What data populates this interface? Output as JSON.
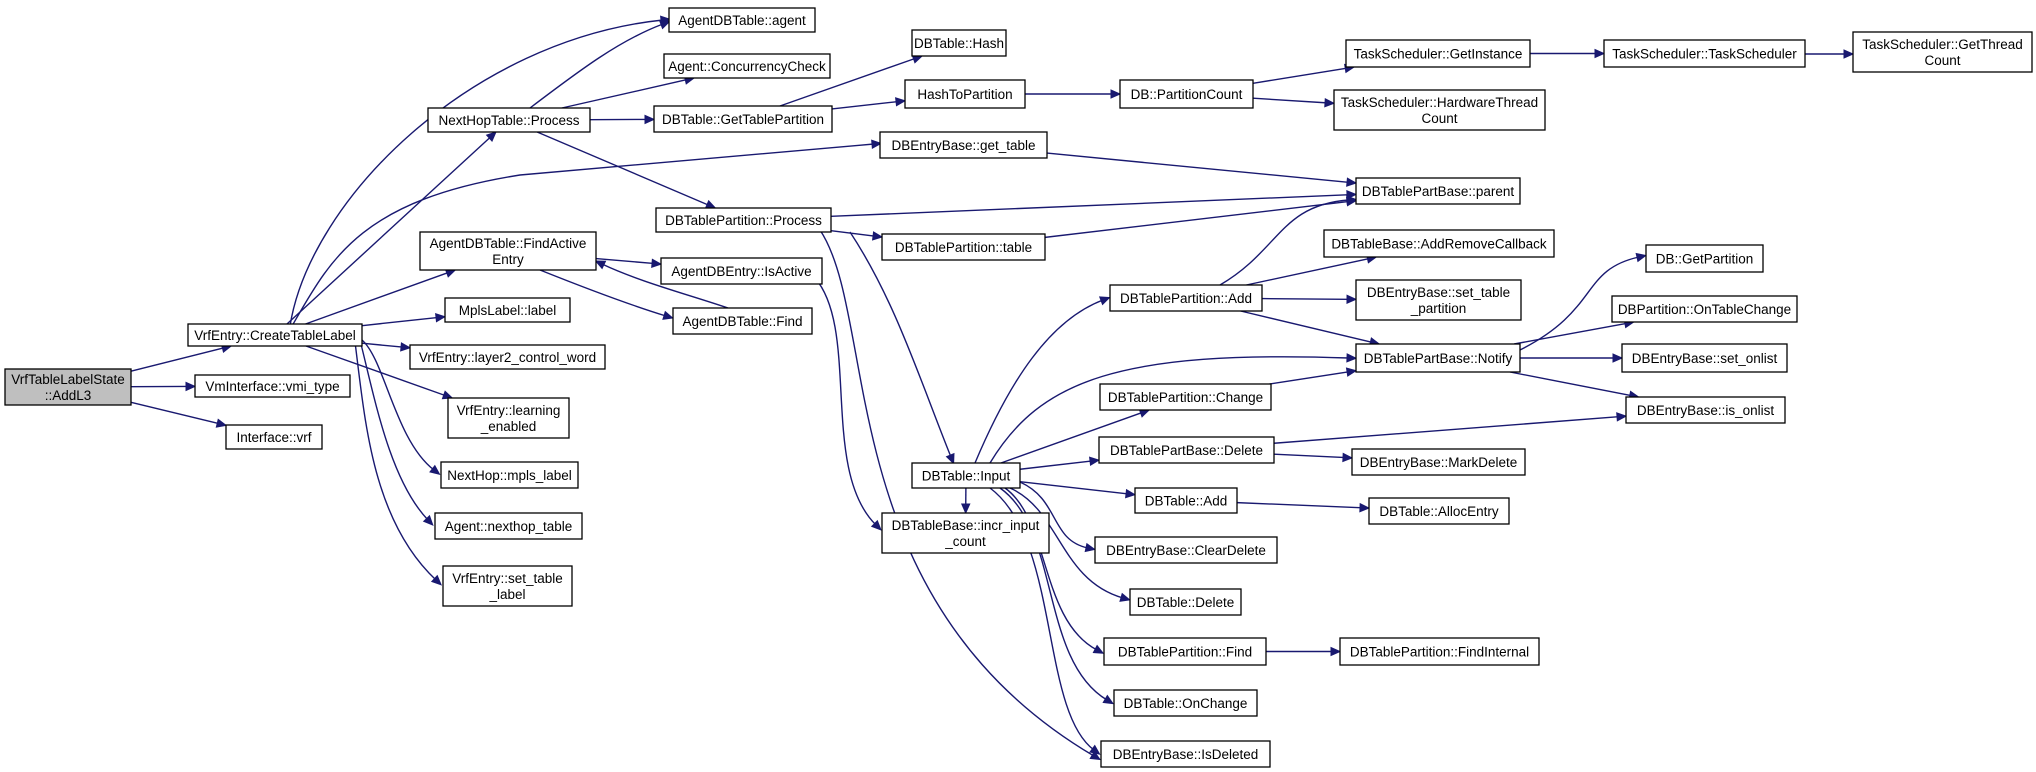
{
  "nodes": [
    {
      "id": "root",
      "lines": [
        "VrfTableLabelState",
        "::AddL3"
      ],
      "root": true
    },
    {
      "id": "createTableLabel",
      "lines": [
        "VrfEntry::CreateTableLabel"
      ]
    },
    {
      "id": "vmiType",
      "lines": [
        "VmInterface::vmi_type"
      ]
    },
    {
      "id": "ifVrf",
      "lines": [
        "Interface::vrf"
      ]
    },
    {
      "id": "agentDBTableAgent",
      "lines": [
        "AgentDBTable::agent"
      ]
    },
    {
      "id": "concurrencyCheck",
      "lines": [
        "Agent::ConcurrencyCheck"
      ]
    },
    {
      "id": "nextHopProcess",
      "lines": [
        "NextHopTable::Process"
      ]
    },
    {
      "id": "findActiveEntry",
      "lines": [
        "AgentDBTable::FindActive",
        "Entry"
      ]
    },
    {
      "id": "mplsLabel",
      "lines": [
        "MplsLabel::label"
      ]
    },
    {
      "id": "layer2ControlWord",
      "lines": [
        "VrfEntry::layer2_control_word"
      ]
    },
    {
      "id": "learningEnabled",
      "lines": [
        "VrfEntry::learning",
        "_enabled"
      ]
    },
    {
      "id": "nhMplsLabel",
      "lines": [
        "NextHop::mpls_label"
      ]
    },
    {
      "id": "nexthopTable",
      "lines": [
        "Agent::nexthop_table"
      ]
    },
    {
      "id": "setTableLabel",
      "lines": [
        "VrfEntry::set_table",
        "_label"
      ]
    },
    {
      "id": "dbTableHash",
      "lines": [
        "DBTable::Hash"
      ]
    },
    {
      "id": "getTablePartition",
      "lines": [
        "DBTable::GetTablePartition"
      ]
    },
    {
      "id": "dbPartitionProcess",
      "lines": [
        "DBTablePartition::Process"
      ]
    },
    {
      "id": "isActive",
      "lines": [
        "AgentDBEntry::IsActive"
      ]
    },
    {
      "id": "agentFind",
      "lines": [
        "AgentDBTable::Find"
      ]
    },
    {
      "id": "hashToPartition",
      "lines": [
        "HashToPartition"
      ]
    },
    {
      "id": "getTable",
      "lines": [
        "DBEntryBase::get_table"
      ]
    },
    {
      "id": "partitionTable",
      "lines": [
        "DBTablePartition::table"
      ]
    },
    {
      "id": "dbInput",
      "lines": [
        "DBTable::Input"
      ]
    },
    {
      "id": "incrInputCount",
      "lines": [
        "DBTableBase::incr_input",
        "_count"
      ]
    },
    {
      "id": "partitionCount",
      "lines": [
        "DB::PartitionCount"
      ]
    },
    {
      "id": "partAdd",
      "lines": [
        "DBTablePartition::Add"
      ]
    },
    {
      "id": "partChange",
      "lines": [
        "DBTablePartition::Change"
      ]
    },
    {
      "id": "partBaseDelete",
      "lines": [
        "DBTablePartBase::Delete"
      ]
    },
    {
      "id": "dbTableAdd",
      "lines": [
        "DBTable::Add"
      ]
    },
    {
      "id": "clearDelete",
      "lines": [
        "DBEntryBase::ClearDelete"
      ]
    },
    {
      "id": "dbTableDelete",
      "lines": [
        "DBTable::Delete"
      ]
    },
    {
      "id": "partFind",
      "lines": [
        "DBTablePartition::Find"
      ]
    },
    {
      "id": "onChange",
      "lines": [
        "DBTable::OnChange"
      ]
    },
    {
      "id": "isDeleted",
      "lines": [
        "DBEntryBase::IsDeleted"
      ]
    },
    {
      "id": "getInstance",
      "lines": [
        "TaskScheduler::GetInstance"
      ]
    },
    {
      "id": "hwThreadCount",
      "lines": [
        "TaskScheduler::HardwareThread",
        "Count"
      ]
    },
    {
      "id": "parent",
      "lines": [
        "DBTablePartBase::parent"
      ]
    },
    {
      "id": "addRemoveCallback",
      "lines": [
        "DBTableBase::AddRemoveCallback"
      ]
    },
    {
      "id": "setTablePartition",
      "lines": [
        "DBEntryBase::set_table",
        "_partition"
      ]
    },
    {
      "id": "notify",
      "lines": [
        "DBTablePartBase::Notify"
      ]
    },
    {
      "id": "markDelete",
      "lines": [
        "DBEntryBase::MarkDelete"
      ]
    },
    {
      "id": "allocEntry",
      "lines": [
        "DBTable::AllocEntry"
      ]
    },
    {
      "id": "findInternal",
      "lines": [
        "DBTablePartition::FindInternal"
      ]
    },
    {
      "id": "taskScheduler",
      "lines": [
        "TaskScheduler::TaskScheduler"
      ]
    },
    {
      "id": "getThreadCount",
      "lines": [
        "TaskScheduler::GetThread",
        "Count"
      ]
    },
    {
      "id": "getPartition",
      "lines": [
        "DB::GetPartition"
      ]
    },
    {
      "id": "onTableChange",
      "lines": [
        "DBPartition::OnTableChange"
      ]
    },
    {
      "id": "setOnlist",
      "lines": [
        "DBEntryBase::set_onlist"
      ]
    },
    {
      "id": "isOnlist",
      "lines": [
        "DBEntryBase::is_onlist"
      ]
    }
  ],
  "edges": [
    {
      "from": "root",
      "to": "createTableLabel"
    },
    {
      "from": "root",
      "to": "vmiType"
    },
    {
      "from": "root",
      "to": "ifVrf"
    },
    {
      "from": "createTableLabel",
      "to": "agentDBTableAgent"
    },
    {
      "from": "createTableLabel",
      "to": "nextHopProcess"
    },
    {
      "from": "createTableLabel",
      "to": "getTable"
    },
    {
      "from": "createTableLabel",
      "to": "findActiveEntry"
    },
    {
      "from": "createTableLabel",
      "to": "mplsLabel"
    },
    {
      "from": "createTableLabel",
      "to": "layer2ControlWord"
    },
    {
      "from": "createTableLabel",
      "to": "learningEnabled"
    },
    {
      "from": "createTableLabel",
      "to": "nhMplsLabel"
    },
    {
      "from": "createTableLabel",
      "to": "nexthopTable"
    },
    {
      "from": "createTableLabel",
      "to": "setTableLabel"
    },
    {
      "from": "nextHopProcess",
      "to": "agentDBTableAgent"
    },
    {
      "from": "nextHopProcess",
      "to": "concurrencyCheck"
    },
    {
      "from": "nextHopProcess",
      "to": "getTablePartition"
    },
    {
      "from": "nextHopProcess",
      "to": "dbPartitionProcess"
    },
    {
      "from": "getTablePartition",
      "to": "dbTableHash"
    },
    {
      "from": "getTablePartition",
      "to": "hashToPartition"
    },
    {
      "from": "hashToPartition",
      "to": "partitionCount"
    },
    {
      "from": "partitionCount",
      "to": "getInstance"
    },
    {
      "from": "partitionCount",
      "to": "hwThreadCount"
    },
    {
      "from": "getInstance",
      "to": "taskScheduler"
    },
    {
      "from": "taskScheduler",
      "to": "getThreadCount"
    },
    {
      "from": "getTable",
      "to": "parent"
    },
    {
      "from": "dbPartitionProcess",
      "to": "parent"
    },
    {
      "from": "dbPartitionProcess",
      "to": "partitionTable"
    },
    {
      "from": "dbPartitionProcess",
      "to": "dbInput"
    },
    {
      "from": "dbPartitionProcess",
      "to": "isDeleted"
    },
    {
      "from": "partitionTable",
      "to": "parent"
    },
    {
      "from": "findActiveEntry",
      "to": "isActive"
    },
    {
      "from": "findActiveEntry",
      "to": "agentFind"
    },
    {
      "from": "agentFind",
      "to": "findActiveEntry"
    },
    {
      "from": "isActive",
      "to": "incrInputCount"
    },
    {
      "from": "dbInput",
      "to": "partAdd"
    },
    {
      "from": "dbInput",
      "to": "notify"
    },
    {
      "from": "dbInput",
      "to": "partChange"
    },
    {
      "from": "dbInput",
      "to": "partBaseDelete"
    },
    {
      "from": "dbInput",
      "to": "dbTableAdd"
    },
    {
      "from": "dbInput",
      "to": "clearDelete"
    },
    {
      "from": "dbInput",
      "to": "dbTableDelete"
    },
    {
      "from": "dbInput",
      "to": "partFind"
    },
    {
      "from": "dbInput",
      "to": "onChange"
    },
    {
      "from": "dbInput",
      "to": "isDeleted"
    },
    {
      "from": "dbInput",
      "to": "incrInputCount"
    },
    {
      "from": "partAdd",
      "to": "parent"
    },
    {
      "from": "partAdd",
      "to": "addRemoveCallback"
    },
    {
      "from": "partAdd",
      "to": "setTablePartition"
    },
    {
      "from": "partAdd",
      "to": "notify"
    },
    {
      "from": "partChange",
      "to": "notify"
    },
    {
      "from": "partBaseDelete",
      "to": "markDelete"
    },
    {
      "from": "partBaseDelete",
      "to": "isOnlist"
    },
    {
      "from": "dbTableAdd",
      "to": "allocEntry"
    },
    {
      "from": "partFind",
      "to": "findInternal"
    },
    {
      "from": "notify",
      "to": "getPartition"
    },
    {
      "from": "notify",
      "to": "onTableChange"
    },
    {
      "from": "notify",
      "to": "setOnlist"
    },
    {
      "from": "notify",
      "to": "isOnlist"
    }
  ]
}
